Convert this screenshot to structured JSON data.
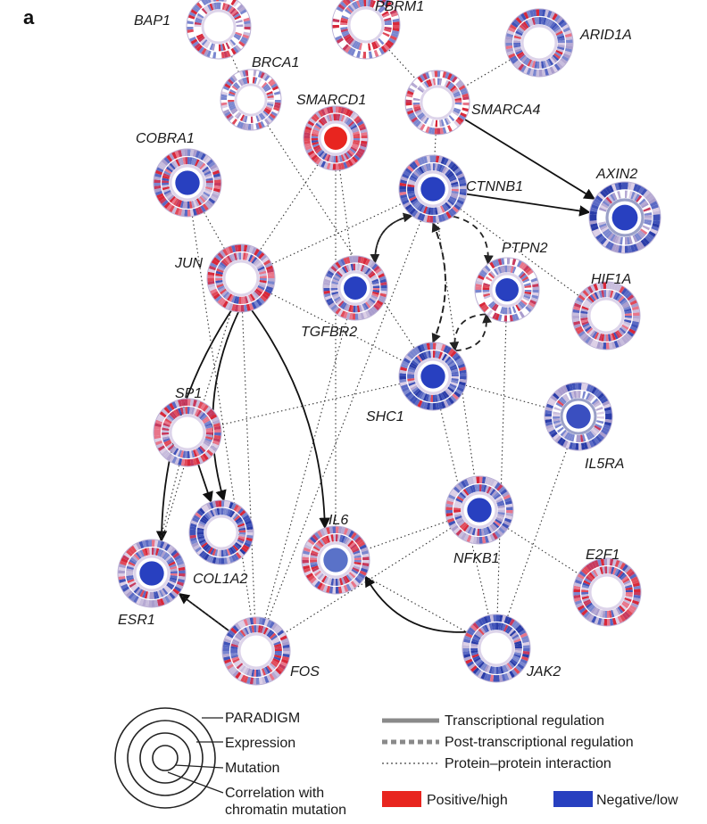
{
  "panel_label": "a",
  "nodes": [
    {
      "id": "BAP1",
      "label": "BAP1",
      "style": "light",
      "center": "#ffffff",
      "red_fraction": 0.3
    },
    {
      "id": "PBRM1",
      "label": "PBRM1",
      "style": "light",
      "center": "#ffffff",
      "red_fraction": 0.45
    },
    {
      "id": "ARID1A",
      "label": "ARID1A",
      "style": "mixed",
      "center": "#ffffff",
      "red_fraction": 0.2
    },
    {
      "id": "BRCA1",
      "label": "BRCA1",
      "style": "light",
      "center": "#ffffff",
      "red_fraction": 0.3
    },
    {
      "id": "SMARCD1",
      "label": "SMARCD1",
      "style": "red",
      "center": "#e8251f",
      "red_fraction": 0.6
    },
    {
      "id": "SMARCA4",
      "label": "SMARCA4",
      "style": "light",
      "center": "#ffffff",
      "red_fraction": 0.3
    },
    {
      "id": "COBRA1",
      "label": "COBRA1",
      "style": "red",
      "center": "#2840c0",
      "red_fraction": 0.5
    },
    {
      "id": "CTNNB1",
      "label": "CTNNB1",
      "style": "blue",
      "center": "#2840c0",
      "red_fraction": 0.15
    },
    {
      "id": "AXIN2",
      "label": "AXIN2",
      "style": "deepblue",
      "center": "#2840c0",
      "red_fraction": 0.05
    },
    {
      "id": "JUN",
      "label": "JUN",
      "style": "red",
      "center": "#ffffff",
      "red_fraction": 0.5
    },
    {
      "id": "TGFBR2",
      "label": "TGFBR2",
      "style": "mixed",
      "center": "#2840c0",
      "red_fraction": 0.3
    },
    {
      "id": "PTPN2",
      "label": "PTPN2",
      "style": "light",
      "center": "#2840c0",
      "red_fraction": 0.3
    },
    {
      "id": "HIF1A",
      "label": "HIF1A",
      "style": "mixed",
      "center": "#ffffff",
      "red_fraction": 0.4
    },
    {
      "id": "SHC1",
      "label": "SHC1",
      "style": "blue",
      "center": "#2840c0",
      "red_fraction": 0.1
    },
    {
      "id": "SP1",
      "label": "SP1",
      "style": "red",
      "center": "#ffffff",
      "red_fraction": 0.5
    },
    {
      "id": "IL5RA",
      "label": "IL5RA",
      "style": "deepblue",
      "center": "#3a4fc0",
      "red_fraction": 0.05
    },
    {
      "id": "COL1A2",
      "label": "COL1A2",
      "style": "blue",
      "center": "#ffffff",
      "red_fraction": 0.15
    },
    {
      "id": "IL6",
      "label": "IL6",
      "style": "mixed",
      "center": "#5a72c8",
      "red_fraction": 0.4
    },
    {
      "id": "NFKB1",
      "label": "NFKB1",
      "style": "mixed",
      "center": "#2840c0",
      "red_fraction": 0.3
    },
    {
      "id": "E2F1",
      "label": "E2F1",
      "style": "mixed",
      "center": "#ffffff",
      "red_fraction": 0.4
    },
    {
      "id": "ESR1",
      "label": "ESR1",
      "style": "mixed",
      "center": "#2840c0",
      "red_fraction": 0.35
    },
    {
      "id": "FOS",
      "label": "FOS",
      "style": "mixed",
      "center": "#ffffff",
      "red_fraction": 0.35
    },
    {
      "id": "JAK2",
      "label": "JAK2",
      "style": "blue",
      "center": "#ffffff",
      "red_fraction": 0.2
    }
  ],
  "edges": [
    {
      "from": "JUN",
      "to": "COL1A2",
      "type": "transcriptional"
    },
    {
      "from": "JUN",
      "to": "IL6",
      "type": "transcriptional"
    },
    {
      "from": "JUN",
      "to": "ESR1",
      "type": "transcriptional"
    },
    {
      "from": "SP1",
      "to": "COL1A2",
      "type": "transcriptional"
    },
    {
      "from": "FOS",
      "to": "ESR1",
      "type": "transcriptional"
    },
    {
      "from": "JAK2",
      "to": "IL6",
      "type": "transcriptional"
    },
    {
      "from": "CTNNB1",
      "to": "AXIN2",
      "type": "transcriptional"
    },
    {
      "from": "SMARCA4",
      "to": "AXIN2",
      "type": "transcriptional"
    },
    {
      "from": "CTNNB1",
      "to": "TGFBR2",
      "type": "post"
    },
    {
      "from": "TGFBR2",
      "to": "CTNNB1",
      "type": "post"
    },
    {
      "from": "SHC1",
      "to": "CTNNB1",
      "type": "post"
    },
    {
      "from": "CTNNB1",
      "to": "SHC1",
      "type": "post"
    },
    {
      "from": "SHC1",
      "to": "PTPN2",
      "type": "post"
    },
    {
      "from": "CTNNB1",
      "to": "PTPN2",
      "type": "post"
    },
    {
      "from": "PTPN2",
      "to": "SHC1",
      "type": "post"
    },
    {
      "from": "ARID1A",
      "to": "SMARCA4",
      "type": "ppi"
    },
    {
      "from": "PBRM1",
      "to": "SMARCA4",
      "type": "ppi"
    },
    {
      "from": "SMARCA4",
      "to": "CTNNB1",
      "type": "ppi"
    },
    {
      "from": "BAP1",
      "to": "BRCA1",
      "type": "ppi"
    },
    {
      "from": "BRCA1",
      "to": "SHC1",
      "type": "ppi"
    },
    {
      "from": "SMARCD1",
      "to": "JUN",
      "type": "ppi"
    },
    {
      "from": "SMARCD1",
      "to": "IL6",
      "type": "ppi"
    },
    {
      "from": "SMARCD1",
      "to": "TGFBR2",
      "type": "ppi"
    },
    {
      "from": "COBRA1",
      "to": "JUN",
      "type": "ppi"
    },
    {
      "from": "COBRA1",
      "to": "FOS",
      "type": "ppi"
    },
    {
      "from": "JUN",
      "to": "CTNNB1",
      "type": "ppi"
    },
    {
      "from": "JUN",
      "to": "SHC1",
      "type": "ppi"
    },
    {
      "from": "JUN",
      "to": "FOS",
      "type": "ppi"
    },
    {
      "from": "JUN",
      "to": "ESR1",
      "type": "ppi"
    },
    {
      "from": "CTNNB1",
      "to": "HIF1A",
      "type": "ppi"
    },
    {
      "from": "CTNNB1",
      "to": "NFKB1",
      "type": "ppi"
    },
    {
      "from": "CTNNB1",
      "to": "FOS",
      "type": "ppi"
    },
    {
      "from": "SHC1",
      "to": "IL5RA",
      "type": "ppi"
    },
    {
      "from": "SHC1",
      "to": "JAK2",
      "type": "ppi"
    },
    {
      "from": "SHC1",
      "to": "SP1",
      "type": "ppi"
    },
    {
      "from": "IL5RA",
      "to": "JAK2",
      "type": "ppi"
    },
    {
      "from": "NFKB1",
      "to": "FOS",
      "type": "ppi"
    },
    {
      "from": "NFKB1",
      "to": "IL6",
      "type": "ppi"
    },
    {
      "from": "NFKB1",
      "to": "E2F1",
      "type": "ppi"
    },
    {
      "from": "IL6",
      "to": "JAK2",
      "type": "ppi"
    },
    {
      "from": "SP1",
      "to": "ESR1",
      "type": "ppi"
    },
    {
      "from": "TGFBR2",
      "to": "FOS",
      "type": "ppi"
    },
    {
      "from": "PTPN2",
      "to": "JAK2",
      "type": "ppi"
    },
    {
      "from": "ESR1",
      "to": "FOS",
      "type": "ppi"
    }
  ],
  "legend": {
    "rings": [
      "PARADIGM",
      "Expression",
      "Mutation",
      "Correlation with chromatin mutation"
    ],
    "lines": [
      {
        "type": "transcriptional",
        "label": "Transcriptional regulation"
      },
      {
        "type": "post",
        "label": "Post-transcriptional regulation"
      },
      {
        "type": "ppi",
        "label": "Protein–protein interaction"
      }
    ],
    "colors": [
      {
        "label": "Positive/high",
        "color": "#e8251f"
      },
      {
        "label": "Negative/low",
        "color": "#2840c0"
      }
    ]
  }
}
